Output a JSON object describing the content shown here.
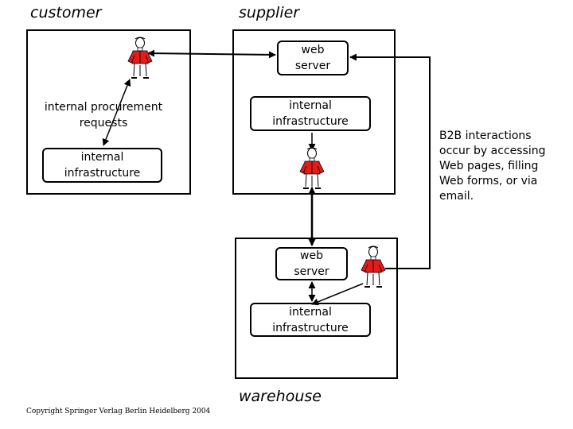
{
  "labels": {
    "customer": "customer",
    "supplier": "supplier",
    "warehouse": "warehouse"
  },
  "customer": {
    "procurement_text": "internal procurement\nrequests",
    "infrastructure": "internal\ninfrastructure"
  },
  "supplier": {
    "web_server": "web\nserver",
    "infrastructure": "internal\ninfrastructure"
  },
  "warehouse": {
    "web_server": "web\nserver",
    "infrastructure": "internal\ninfrastructure"
  },
  "note": "B2B interactions\noccur by accessing\nWeb pages, filling\nWeb forms, or via\nemail.",
  "copyright": "Copyright Springer Verlag Berlin Heidelberg 2004",
  "colors": {
    "person_shirt": "#e31b1b",
    "lines": "#000000"
  },
  "icons": [
    "person-icon"
  ]
}
